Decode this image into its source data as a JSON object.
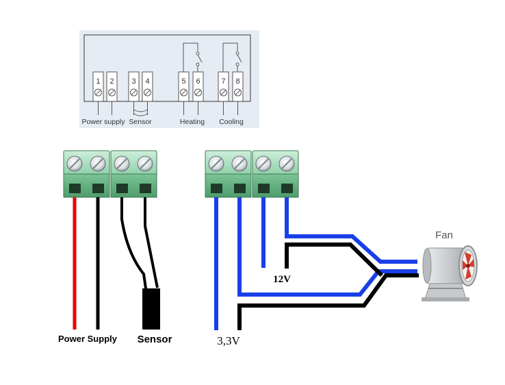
{
  "schematic": {
    "terminals": [
      "1",
      "2",
      "3",
      "4",
      "5",
      "6",
      "7",
      "8"
    ],
    "groups": [
      "Power supply",
      "Sensor",
      "Heating",
      "Cooling"
    ]
  },
  "labels": {
    "power_supply": "Power Supply",
    "sensor": "Sensor",
    "v12": "12V",
    "v33": "3,3V",
    "fan": "Fan"
  },
  "colors": {
    "panel": "#e6ecf3",
    "terminal_green": "#7fc79a",
    "terminal_dark": "#2f6a44",
    "wire_red": "#ee0000",
    "wire_black": "#000000",
    "wire_blue": "#1a3fe8",
    "fan_grey": "#c9cbcc",
    "fan_red": "#d83a2a"
  }
}
